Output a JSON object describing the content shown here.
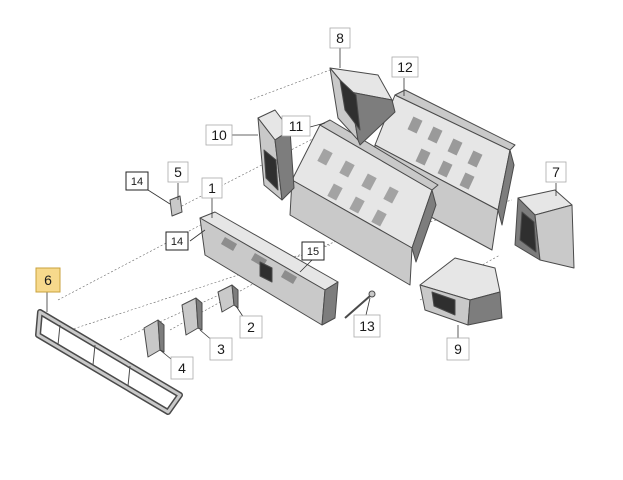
{
  "callouts": [
    {
      "id": "p1",
      "label": "1"
    },
    {
      "id": "p2",
      "label": "2"
    },
    {
      "id": "p3",
      "label": "3"
    },
    {
      "id": "p4",
      "label": "4"
    },
    {
      "id": "p5",
      "label": "5"
    },
    {
      "id": "p6",
      "label": "6"
    },
    {
      "id": "p7",
      "label": "7"
    },
    {
      "id": "p8",
      "label": "8"
    },
    {
      "id": "p9",
      "label": "9"
    },
    {
      "id": "p10",
      "label": "10"
    },
    {
      "id": "p11",
      "label": "11"
    },
    {
      "id": "p12",
      "label": "12"
    },
    {
      "id": "p13",
      "label": "13"
    },
    {
      "id": "p14a",
      "label": "14"
    },
    {
      "id": "p14b",
      "label": "14"
    },
    {
      "id": "p15",
      "label": "15"
    }
  ],
  "colors": {
    "highlight_fill": "#f7d98c",
    "highlight_stroke": "#c8a23c",
    "label_stroke": "#aaaaaa",
    "boxed_label_stroke": "#222222"
  }
}
